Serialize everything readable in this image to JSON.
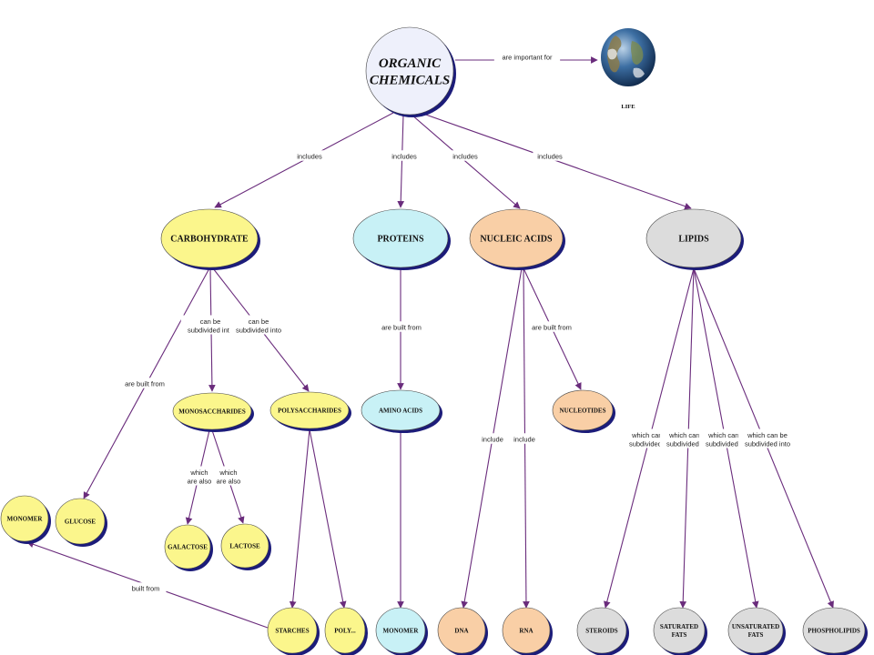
{
  "colors": {
    "link": "#6a2c7c",
    "root": "#eef0fb",
    "carbohydrate": "#fbf68c",
    "protein": "#c8f1f6",
    "nucleic": "#f9cfa6",
    "lipid": "#dcdcdc",
    "shadow": "#1c1c7a"
  },
  "nodes": {
    "root": {
      "text": [
        "ORGANIC",
        "CHEMICALS"
      ]
    },
    "life": {
      "text": [
        "LIFE"
      ],
      "icon": "earth-globe-icon"
    },
    "carbohydrate": {
      "text": [
        "CARBOHYDRATE"
      ]
    },
    "proteins": {
      "text": [
        "PROTEINS"
      ]
    },
    "nucleic_acids": {
      "text": [
        "NUCLEIC ACIDS"
      ]
    },
    "lipids": {
      "text": [
        "LIPIDS"
      ]
    },
    "monosaccharides": {
      "text": [
        "MONOSACCHARIDES"
      ]
    },
    "polysaccharides": {
      "text": [
        "POLYSACCHARIDES"
      ]
    },
    "amino_acids": {
      "text": [
        "AMINO ACIDS"
      ]
    },
    "nucleotides": {
      "text": [
        "NUCLEOTIDES"
      ]
    },
    "monomer_left": {
      "text": [
        "MONOMER"
      ]
    },
    "glucose": {
      "text": [
        "GLUCOSE"
      ]
    },
    "galactose": {
      "text": [
        "GALACTOSE"
      ]
    },
    "lactose": {
      "text": [
        "LACTOSE"
      ]
    },
    "starches": {
      "text": [
        "STARCHES"
      ]
    },
    "poly": {
      "text": [
        "POLY..."
      ]
    },
    "monomer_protein": {
      "text": [
        "MONOMER"
      ]
    },
    "dna": {
      "text": [
        "DNA"
      ]
    },
    "rna": {
      "text": [
        "RNA"
      ]
    },
    "steroids": {
      "text": [
        "STEROIDS"
      ]
    },
    "saturated_fats": {
      "text": [
        "SATURATED",
        "FATS"
      ]
    },
    "unsaturated_fats": {
      "text": [
        "UNSATURATED",
        "FATS"
      ]
    },
    "phospholipids": {
      "text": [
        "PHOSPHOLIPIDS"
      ]
    }
  },
  "links": [
    {
      "from": "root",
      "to": "life",
      "label": [
        "are important for"
      ]
    },
    {
      "from": "root",
      "to": "carbohydrate",
      "label": [
        "includes"
      ]
    },
    {
      "from": "root",
      "to": "proteins",
      "label": [
        "includes"
      ]
    },
    {
      "from": "root",
      "to": "nucleic_acids",
      "label": [
        "includes"
      ]
    },
    {
      "from": "root",
      "to": "lipids",
      "label": [
        "includes"
      ]
    },
    {
      "from": "carbohydrate",
      "to": "glucose",
      "label": [
        "are built from"
      ]
    },
    {
      "from": "carbohydrate",
      "to": "monosaccharides",
      "label": [
        "can be",
        "subdivided into"
      ]
    },
    {
      "from": "carbohydrate",
      "to": "polysaccharides",
      "label": [
        "can be",
        "subdivided into"
      ]
    },
    {
      "from": "monosaccharides",
      "to": "galactose",
      "label": [
        "which",
        "are also"
      ]
    },
    {
      "from": "monosaccharides",
      "to": "lactose",
      "label": [
        "which",
        "are also"
      ]
    },
    {
      "from": "polysaccharides",
      "to": "starches",
      "label": []
    },
    {
      "from": "polysaccharides",
      "to": "poly",
      "label": []
    },
    {
      "from": "starches",
      "to": "monomer_left",
      "label": [
        "built from"
      ]
    },
    {
      "from": "proteins",
      "to": "amino_acids",
      "label": [
        "are built from"
      ]
    },
    {
      "from": "amino_acids",
      "to": "monomer_protein",
      "label": []
    },
    {
      "from": "nucleic_acids",
      "to": "nucleotides",
      "label": [
        "are built from"
      ]
    },
    {
      "from": "nucleic_acids",
      "to": "dna",
      "label": [
        "include"
      ]
    },
    {
      "from": "nucleic_acids",
      "to": "rna",
      "label": [
        "include"
      ]
    },
    {
      "from": "lipids",
      "to": "steroids",
      "label": [
        "which can be",
        "subdivided into"
      ]
    },
    {
      "from": "lipids",
      "to": "saturated_fats",
      "label": [
        "which can be",
        "subdivided into"
      ]
    },
    {
      "from": "lipids",
      "to": "unsaturated_fats",
      "label": [
        "which can be",
        "subdivided into"
      ]
    },
    {
      "from": "lipids",
      "to": "phospholipids",
      "label": [
        "which can be",
        "subdivided into"
      ]
    }
  ]
}
